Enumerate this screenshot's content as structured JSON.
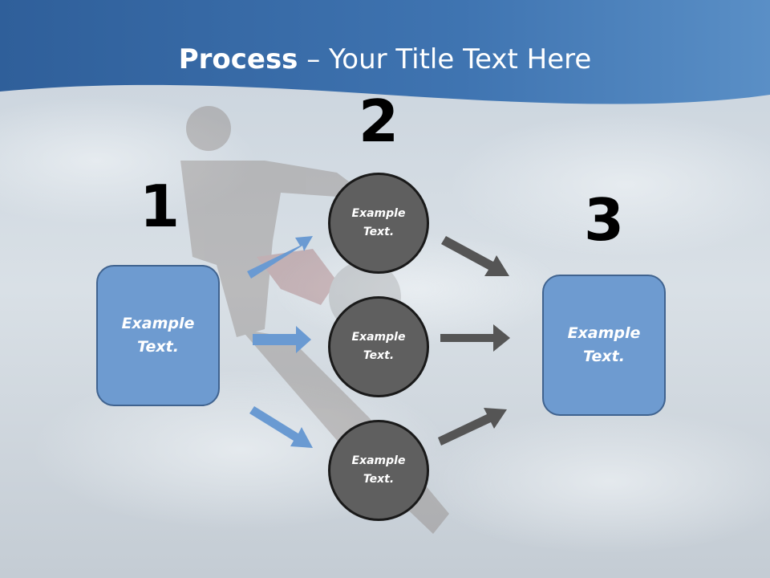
{
  "title": {
    "bold": "Process",
    "rest": " – Your Title Text Here"
  },
  "steps": [
    {
      "number": "1",
      "text": "Example Text."
    },
    {
      "number": "2",
      "texts": [
        "Example Text.",
        "Example Text.",
        "Example Text."
      ]
    },
    {
      "number": "3",
      "text": "Example Text."
    }
  ],
  "colors": {
    "header": "#4a7db8",
    "box": "#6e9bd0",
    "circle": "#5f5f5f",
    "blue_arrow": "#6a9ad2",
    "gray_arrow": "#555555"
  }
}
